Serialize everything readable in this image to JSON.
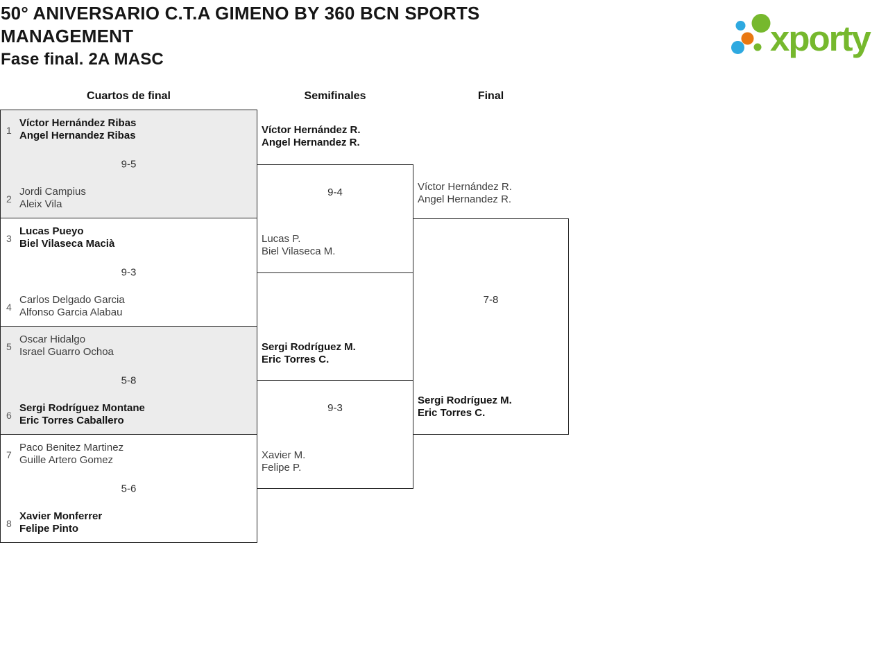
{
  "header": {
    "title_lines": [
      "50° ANIVERSARIO C.T.A GIMENO BY 360 BCN SPORTS",
      "MANAGEMENT"
    ],
    "subtitle": "Fase final. 2A MASC"
  },
  "logo": {
    "text": "xporty",
    "colors": {
      "green": "#76b82d",
      "blue": "#2ea9e0",
      "orange": "#e97812"
    }
  },
  "round_headers": {
    "quarterfinals": "Cuartos de final",
    "semifinals": "Semifinales",
    "final": "Final"
  },
  "bracket": {
    "quarterfinals": [
      {
        "seed_top": "1",
        "top": [
          "Víctor Hernández Ribas",
          "Angel Hernandez Ribas"
        ],
        "score": "9-5",
        "seed_bottom": "2",
        "bottom": [
          "Jordi Campius",
          "Aleix Vila"
        ],
        "winner": "top"
      },
      {
        "seed_top": "3",
        "top": [
          "Lucas Pueyo",
          "Biel Vilaseca Macià"
        ],
        "score": "9-3",
        "seed_bottom": "4",
        "bottom": [
          "Carlos Delgado Garcia",
          "Alfonso Garcia Alabau"
        ],
        "winner": "top"
      },
      {
        "seed_top": "5",
        "top": [
          "Oscar Hidalgo",
          "Israel Guarro Ochoa"
        ],
        "score": "5-8",
        "seed_bottom": "6",
        "bottom": [
          "Sergi Rodríguez Montane",
          "Eric Torres Caballero"
        ],
        "winner": "bottom"
      },
      {
        "seed_top": "7",
        "top": [
          "Paco Benitez Martinez",
          "Guille Artero Gomez"
        ],
        "score": "5-6",
        "seed_bottom": "8",
        "bottom": [
          "Xavier Monferrer",
          "Felipe Pinto"
        ],
        "winner": "bottom"
      }
    ],
    "semifinals": [
      {
        "top": [
          "Víctor Hernández R.",
          "Angel Hernandez R."
        ],
        "score": "9-4",
        "bottom": [
          "Lucas P.",
          "Biel Vilaseca M."
        ],
        "winner": "top"
      },
      {
        "top": [
          "Sergi Rodríguez M.",
          "Eric Torres C."
        ],
        "score": "9-3",
        "bottom": [
          "Xavier M.",
          "Felipe P."
        ],
        "winner": "top"
      }
    ],
    "final": {
      "top": [
        "Víctor Hernández R.",
        "Angel Hernandez R."
      ],
      "score": "7-8",
      "bottom": [
        "Sergi Rodríguez M.",
        "Eric Torres C."
      ],
      "winner": "bottom"
    }
  }
}
